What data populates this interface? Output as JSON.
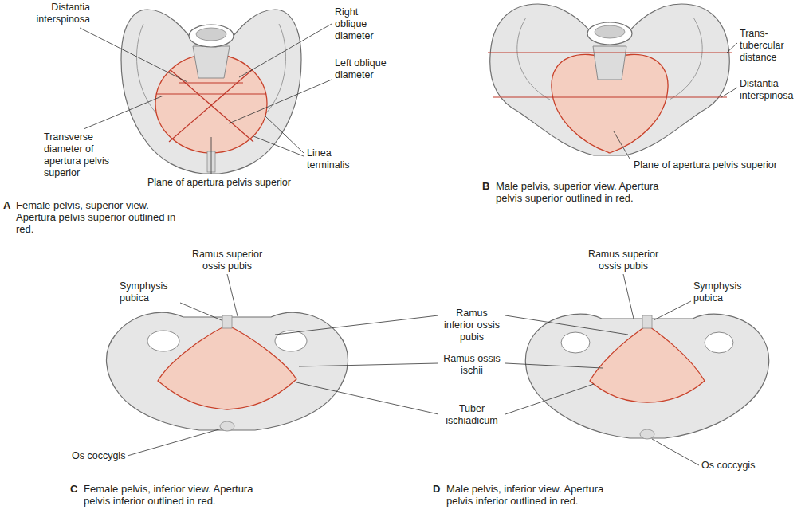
{
  "diagram": {
    "labels": [
      "Distantia interspinosa",
      "Right oblique diameter",
      "Left oblique diameter",
      "Transverse diameter of apertura pelvis superior",
      "Linea terminalis",
      "Plane of apertura pelvis superior",
      "A",
      "Female pelvis, superior view. Apertura pelvis superior outlined in red.",
      "Trans-tubercular distance",
      "Distantia interspinosa",
      "Plane of apertura pelvis superior",
      "B",
      "Male pelvis, superior view. Apertura pelvis superior outlined in red.",
      "Ramus superior ossis pubis",
      "Symphysis pubica",
      "Ramus inferior ossis pubis",
      "Ramus ossis ischii",
      "Tuber ischiadicum",
      "Os coccygis",
      "C",
      "Female pelvis, inferior view. Apertura pelvis inferior outlined in red.",
      "Ramus superior ossis pubis",
      "Symphysis pubica",
      "Os coccygis",
      "D",
      "Male pelvis, inferior view. Apertura pelvis inferior outlined in red."
    ]
  }
}
